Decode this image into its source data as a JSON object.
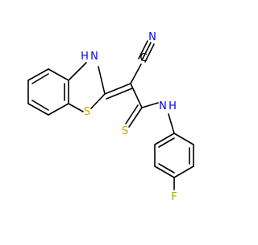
{
  "molecule": {
    "atom_labels": {
      "nh_ring": "H",
      "n_ring": "N",
      "s_ring": "S",
      "n_nitrile": "N",
      "c_nitrile": "C",
      "n_amide": "N",
      "h_amide": "H",
      "s_thio": "S",
      "f": "F"
    }
  },
  "colors": {
    "bond": "#000000",
    "nitrogen": "#0000ff",
    "sulfur": "#c6a400",
    "fluorine": "#8db800",
    "carbon": "#000000"
  }
}
